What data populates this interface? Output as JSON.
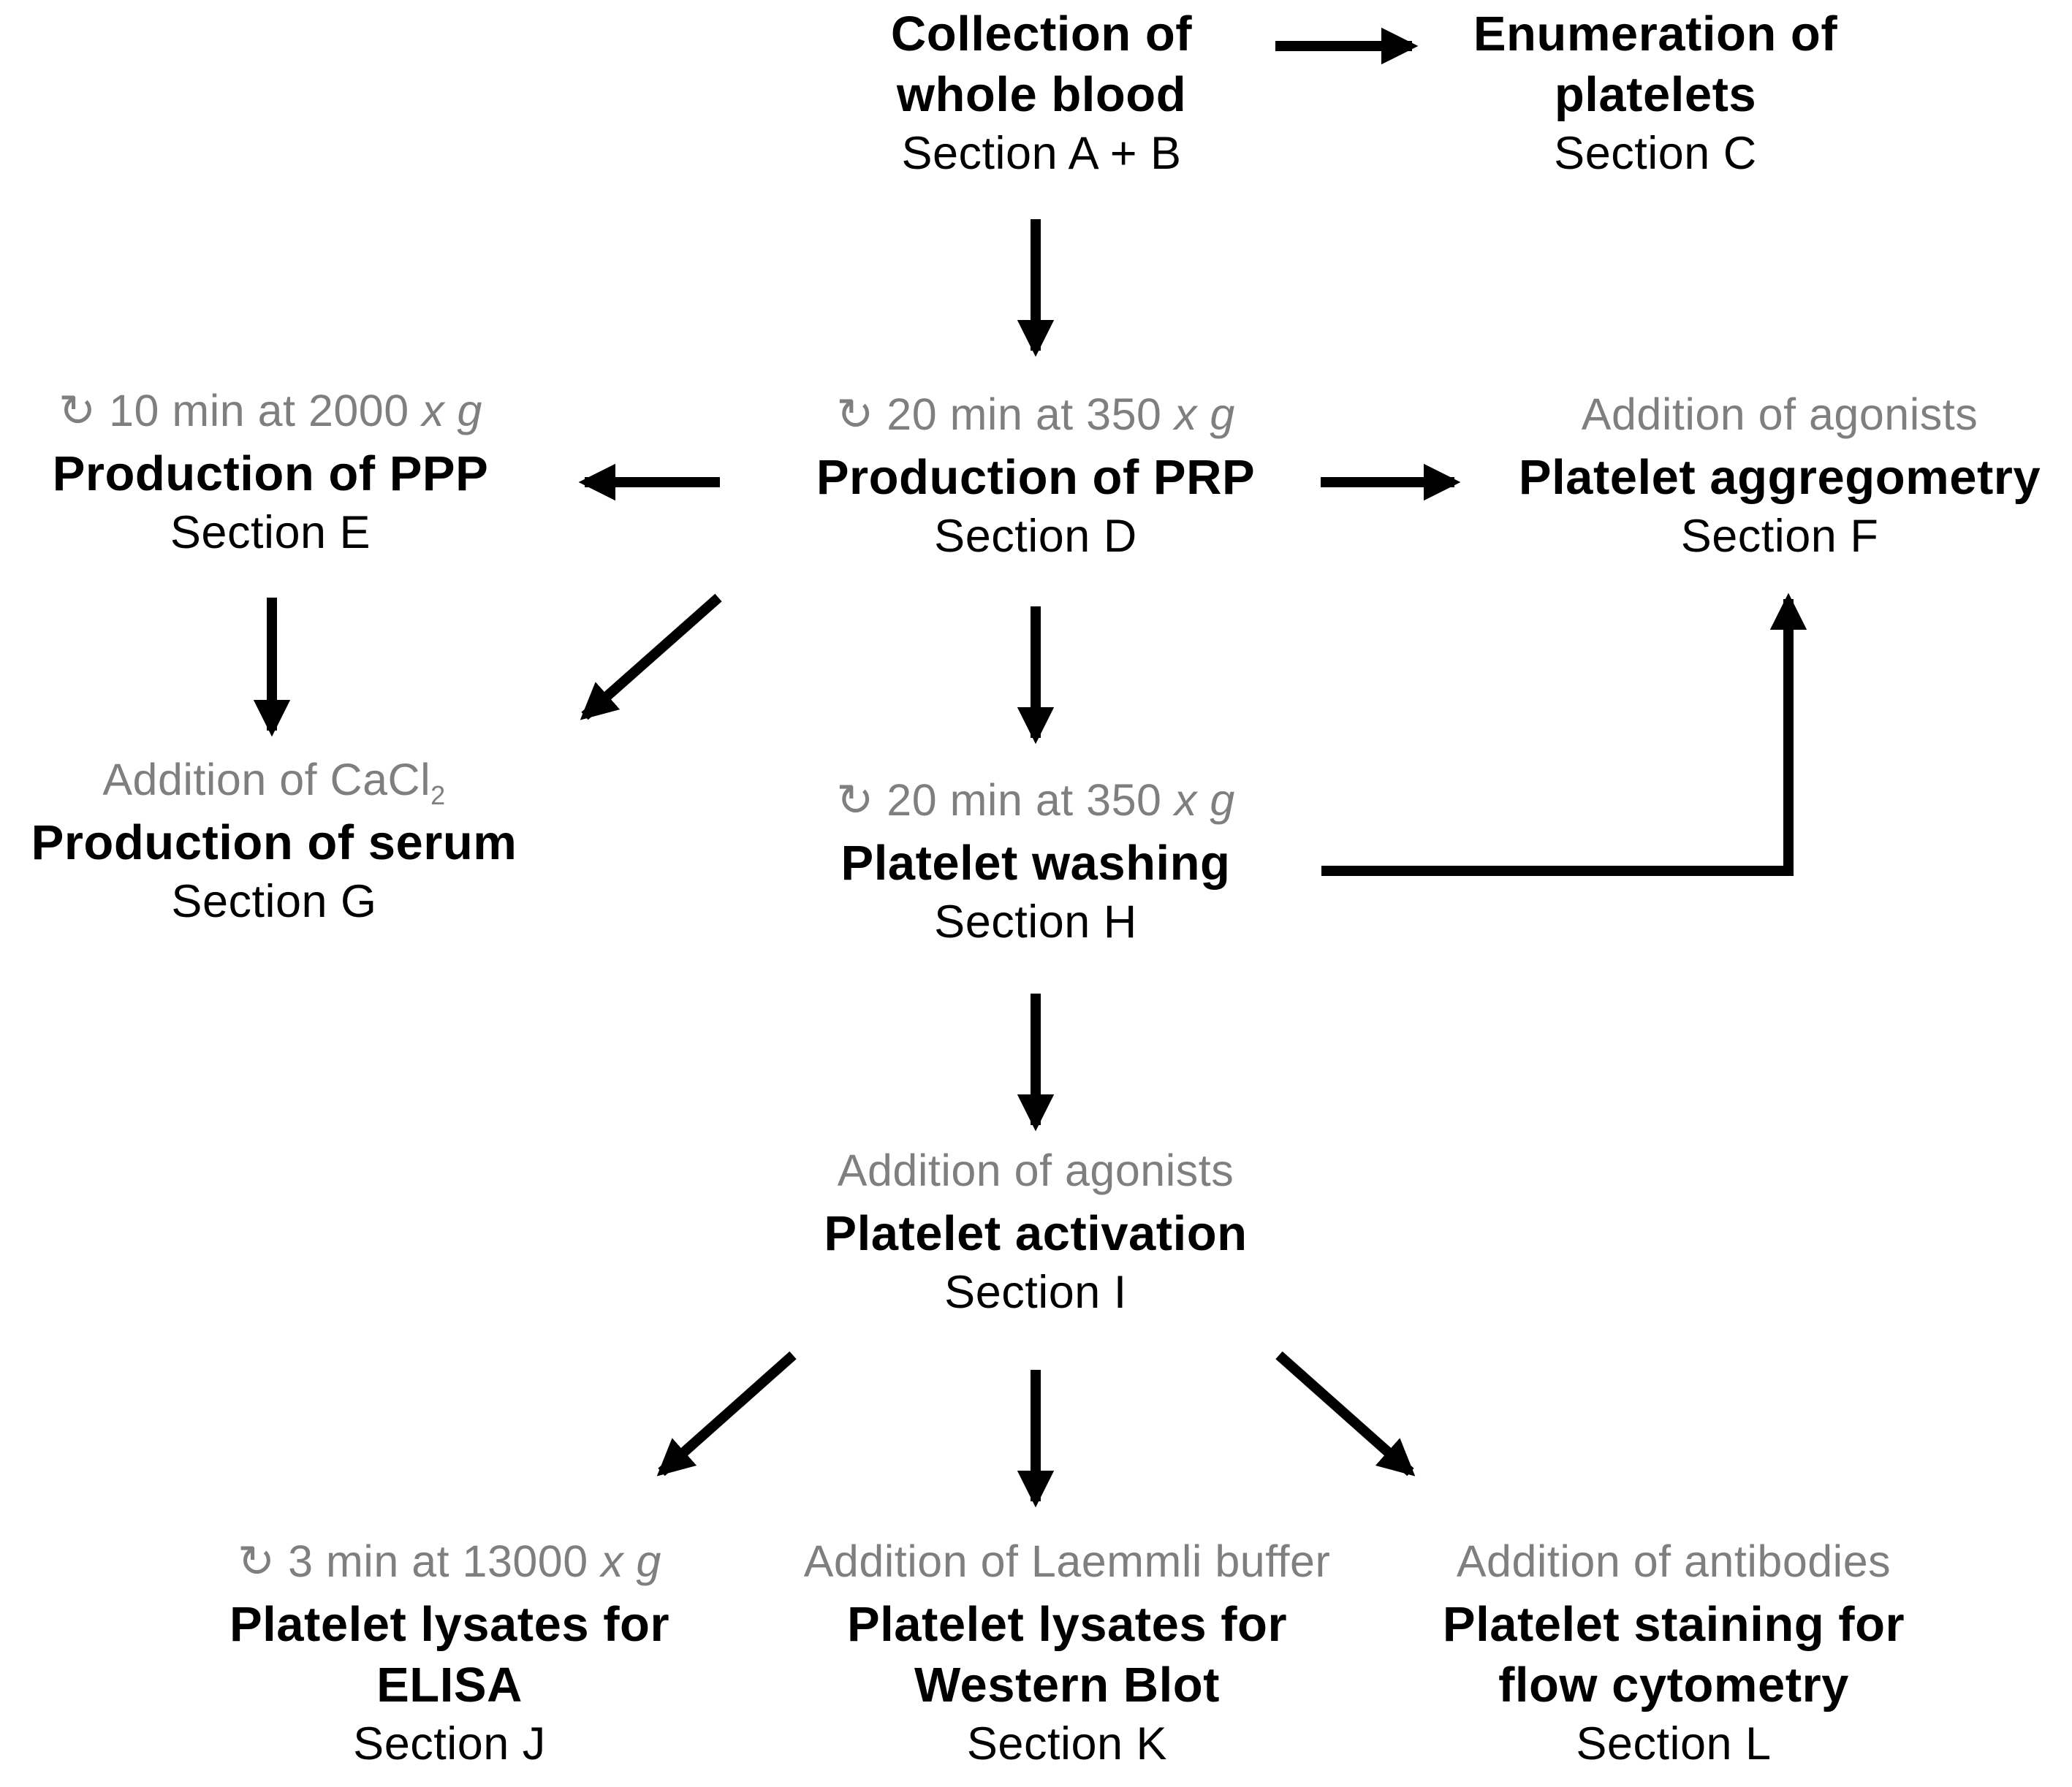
{
  "nodes": {
    "collection": {
      "title": "Collection of whole blood",
      "section": "Section A + B"
    },
    "enumeration": {
      "title": "Enumeration of platelets",
      "section": "Section C"
    },
    "ppp": {
      "spin_symbol": "↻",
      "cond_text": "10 min at 2000 ",
      "cond_unit": "x g",
      "title": "Production of PPP",
      "section": "Section E"
    },
    "prp": {
      "spin_symbol": "↻",
      "cond_text": "20 min at 350 ",
      "cond_unit": "x g",
      "title": "Production of PRP",
      "section": "Section D"
    },
    "aggregometry": {
      "condition": "Addition of agonists",
      "title": "Platelet aggregometry",
      "section": "Section F"
    },
    "serum": {
      "cond_text": "Addition of CaCl",
      "cond_sub": "2",
      "title": "Production of serum",
      "section": "Section G"
    },
    "washing": {
      "spin_symbol": "↻",
      "cond_text": "20 min at 350 ",
      "cond_unit": "x g",
      "title": "Platelet washing",
      "section": "Section H"
    },
    "activation": {
      "condition": "Addition of agonists",
      "title": "Platelet activation",
      "section": "Section I"
    },
    "elisa": {
      "spin_symbol": "↻",
      "cond_text": "3 min at 13000 ",
      "cond_unit": "x g",
      "title_line1": "Platelet lysates for",
      "title_line2": "ELISA",
      "section": "Section J"
    },
    "western": {
      "condition": "Addition of Laemmli buffer",
      "title_line1": "Platelet lysates for",
      "title_line2": "Western Blot",
      "section": "Section K"
    },
    "flow": {
      "condition": "Addition of antibodies",
      "title_line1": "Platelet staining for",
      "title_line2": "flow cytometry",
      "section": "Section L"
    }
  },
  "colors": {
    "arrow": "#000000",
    "condition_text": "#7f7f7f"
  }
}
